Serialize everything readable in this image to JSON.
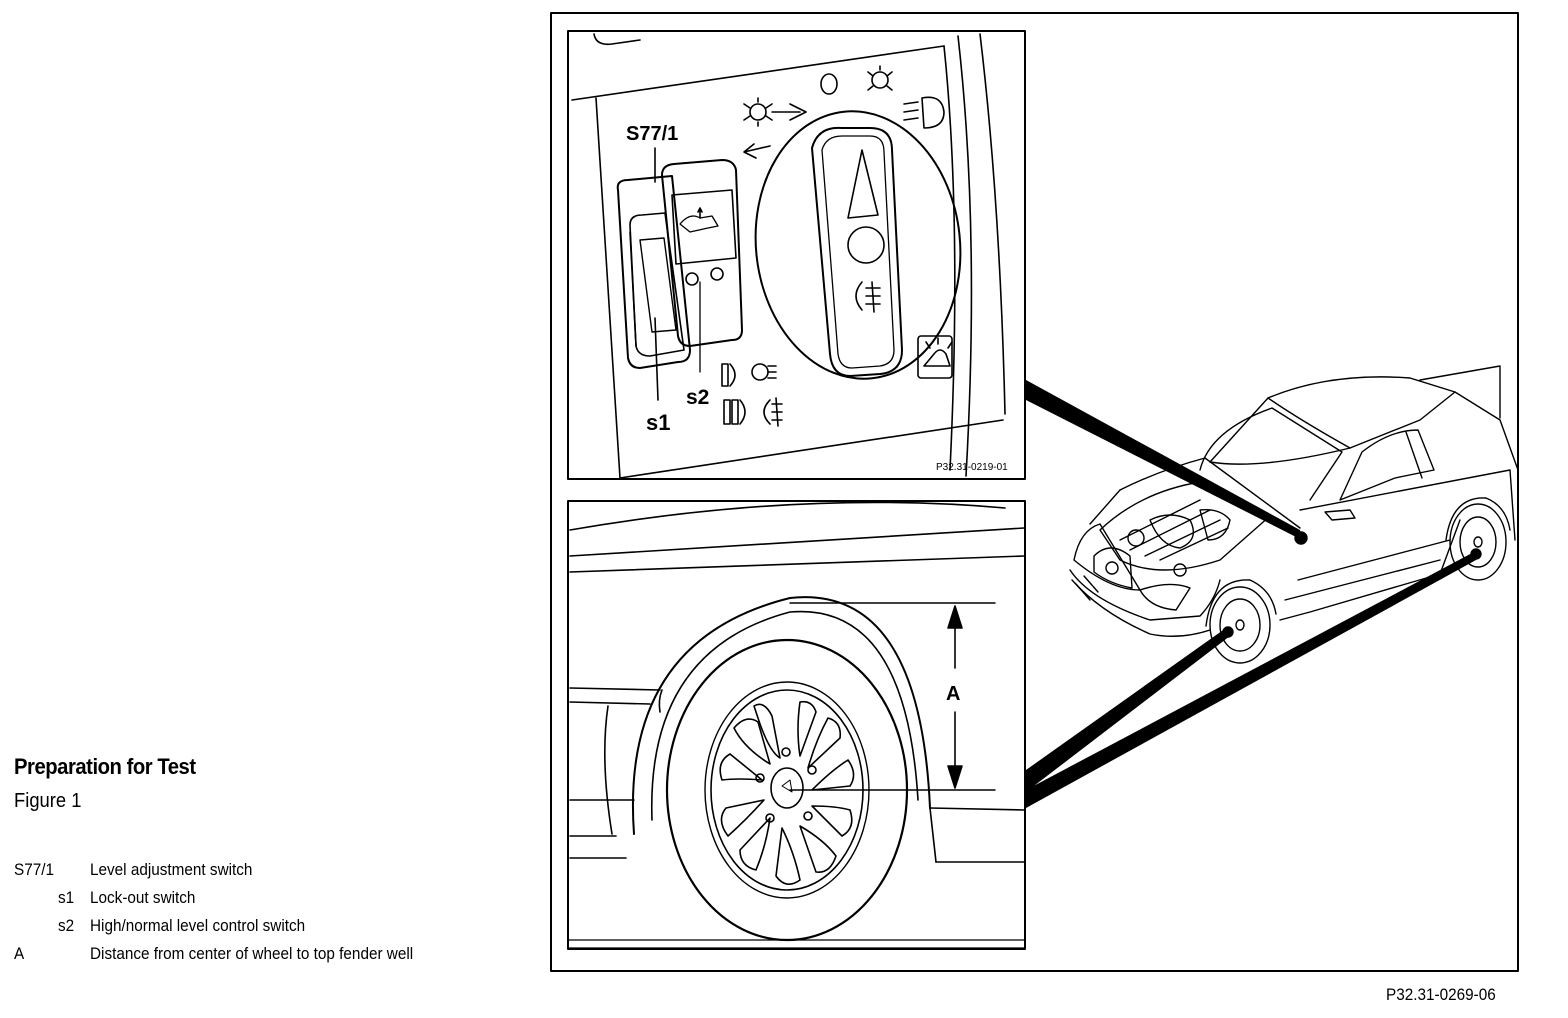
{
  "caption": {
    "title": "Preparation for Test",
    "figure": "Figure 1"
  },
  "legend": [
    {
      "key": "S77/1",
      "text": "Level adjustment switch"
    },
    {
      "key": "s1",
      "text": "Lock-out switch"
    },
    {
      "key": "s2",
      "text": "High/normal level control switch"
    },
    {
      "key": "A",
      "text": "Distance from center of wheel to top fender well"
    }
  ],
  "diagram": {
    "label_switch": "S77/1",
    "label_s1": "s1",
    "label_s2": "s2",
    "label_distance": "A",
    "inset_ref": "P32.31-0219-01",
    "figure_ref": "P32.31-0269-06"
  }
}
